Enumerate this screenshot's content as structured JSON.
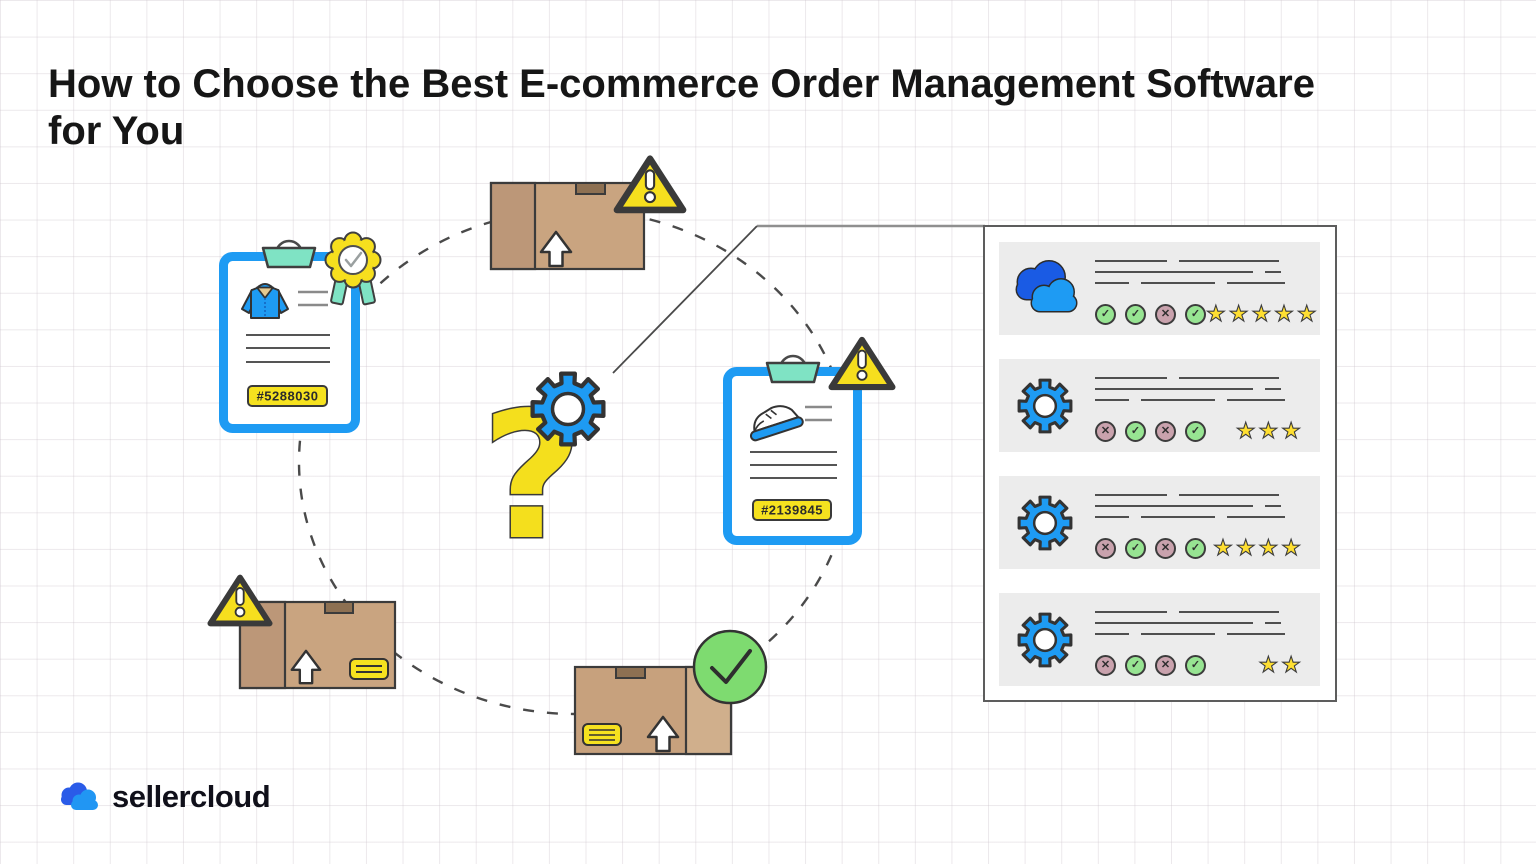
{
  "title": {
    "text": "How to Choose the Best E-commerce Order Management Software for You",
    "lines": [
      "How to Choose the Best E-commerce Order Management Software",
      "for You"
    ]
  },
  "brand": {
    "logo_text": "sellercloud"
  },
  "illustration": {
    "clipboard_jacket": {
      "order_number": "#5288030",
      "product_icon": "jacket-icon",
      "status_icon": "approved-ribbon-icon"
    },
    "clipboard_shoe": {
      "order_number": "#2139845",
      "product_icon": "sneaker-icon",
      "status_icon": "warning-triangle-icon"
    },
    "boxes": [
      {
        "name": "box-top",
        "status_icon": "warning-triangle-icon"
      },
      {
        "name": "box-bottom-left",
        "status_icon": "warning-triangle-icon"
      },
      {
        "name": "box-bottom-center",
        "status_icon": "check-circle-icon"
      }
    ],
    "center_icons": [
      "question-mark-icon",
      "gear-icon"
    ]
  },
  "comparison_panel": {
    "max_stars": 5,
    "rows": [
      {
        "icon": "sellercloud-cloud-icon",
        "features": [
          "check",
          "check",
          "cross",
          "check"
        ],
        "stars": 5
      },
      {
        "icon": "gear-icon",
        "features": [
          "cross",
          "check",
          "cross",
          "check"
        ],
        "stars": 3
      },
      {
        "icon": "gear-icon",
        "features": [
          "cross",
          "check",
          "cross",
          "check"
        ],
        "stars": 4
      },
      {
        "icon": "gear-icon",
        "features": [
          "cross",
          "check",
          "cross",
          "check"
        ],
        "stars": 2
      }
    ]
  },
  "colors": {
    "accent_blue": "#1E9BF3",
    "logo_blue_back": "#2A5BE8",
    "accent_yellow": "#F6DF1E",
    "mint": "#7FE3C4",
    "cardboard": "#C9A480",
    "cardboard_dark": "#BC9778",
    "check_green": "#97E492",
    "cross_mauve": "#C9A2AD",
    "star_yellow": "#FFDF31",
    "big_check_green": "#7EDB70"
  }
}
